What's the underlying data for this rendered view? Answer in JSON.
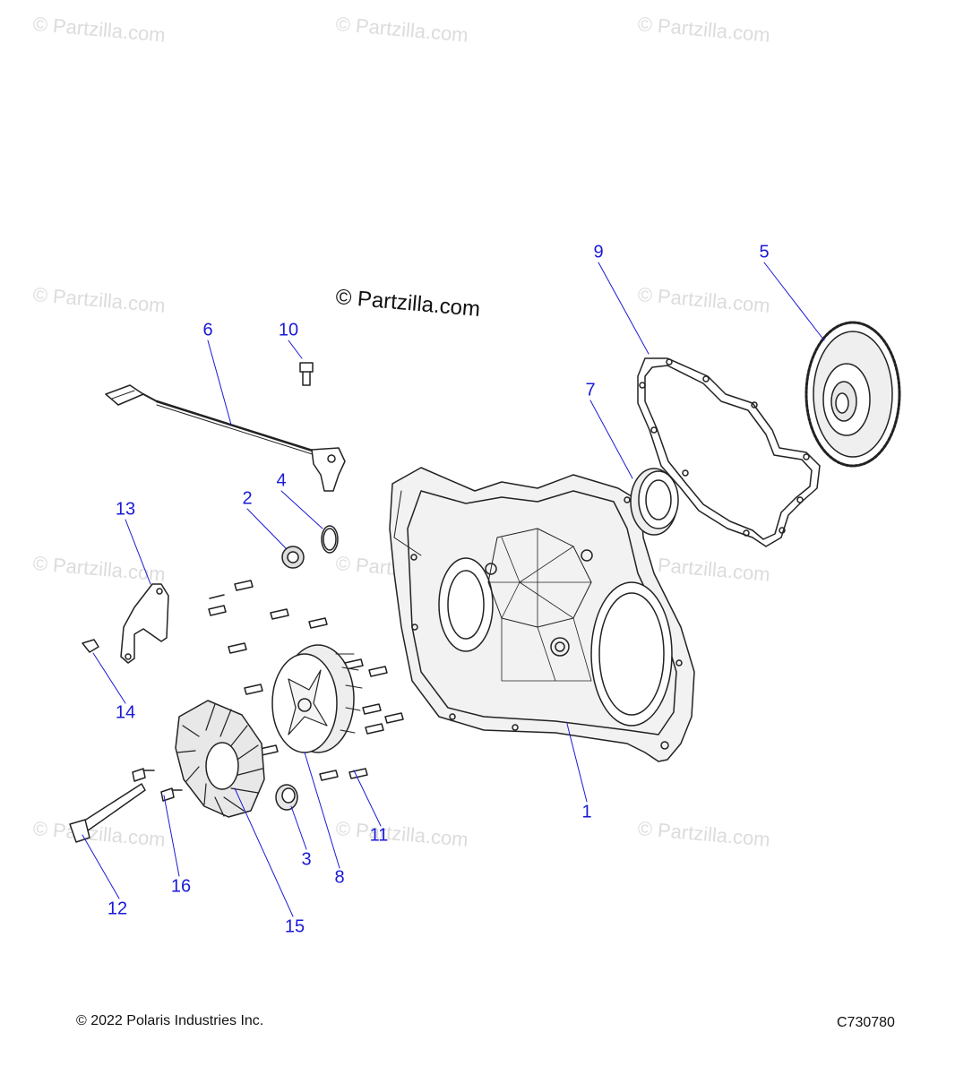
{
  "watermark": {
    "text": "© Partzilla.com"
  },
  "callouts": [
    "1",
    "2",
    "3",
    "4",
    "5",
    "6",
    "7",
    "8",
    "9",
    "10",
    "11",
    "12",
    "13",
    "14",
    "15",
    "16"
  ],
  "footer": {
    "copyright": "© 2022 Polaris Industries Inc.",
    "diagram_code": "C730780"
  },
  "colors": {
    "callout": "#1a1ad6",
    "line_art": "#222222",
    "watermark": "#dcdcdc"
  }
}
